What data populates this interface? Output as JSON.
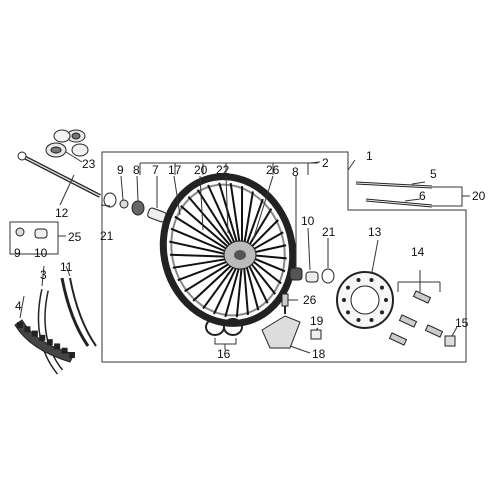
{
  "diagram": {
    "labels": {
      "l1": "1",
      "l2": "2",
      "l3": "3",
      "l4": "4",
      "l5": "5",
      "l6": "6",
      "l7": "7",
      "l8a": "8",
      "l8b": "8",
      "l9a": "9",
      "l9b": "9",
      "l10a": "10",
      "l10b": "10",
      "l11": "11",
      "l12": "12",
      "l13": "13",
      "l14": "14",
      "l15": "15",
      "l16": "16",
      "l17": "17",
      "l18": "18",
      "l19": "19",
      "l20a": "20",
      "l20b": "20",
      "l21a": "21",
      "l21b": "21",
      "l22": "22",
      "l23": "23",
      "l25": "25",
      "l26a": "26",
      "l26b": "26"
    }
  }
}
